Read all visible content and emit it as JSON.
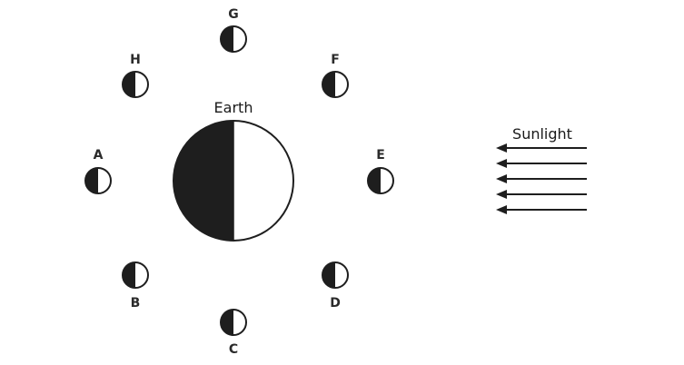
{
  "earth_label": "Earth",
  "sunlight_label": "Sunlight",
  "colors": {
    "dark": "#1e1e1e",
    "light": "#ffffff",
    "stroke": "#1e1e1e"
  },
  "moons": [
    {
      "label": "A"
    },
    {
      "label": "B"
    },
    {
      "label": "C"
    },
    {
      "label": "D"
    },
    {
      "label": "E"
    },
    {
      "label": "F"
    },
    {
      "label": "G"
    },
    {
      "label": "H"
    }
  ]
}
